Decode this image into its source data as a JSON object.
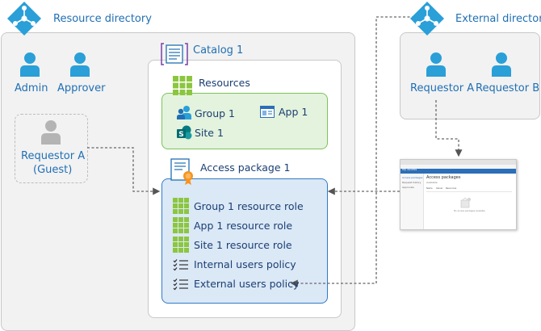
{
  "resource_directory": {
    "title": "Resource directory",
    "users": [
      {
        "label": "Admin",
        "color": "#2a9fd8"
      },
      {
        "label": "Approver",
        "color": "#2a9fd8"
      }
    ],
    "guest": {
      "label_line1": "Requestor A",
      "label_line2": "(Guest)",
      "color": "#b4b4b4"
    }
  },
  "catalog": {
    "title": "Catalog 1",
    "resources": {
      "title": "Resources",
      "items": [
        {
          "label": "Group 1",
          "icon": "group-icon"
        },
        {
          "label": "App 1",
          "icon": "app-window-icon"
        },
        {
          "label": "Site 1",
          "icon": "sharepoint-icon"
        }
      ]
    },
    "access_package": {
      "title": "Access package 1",
      "items": [
        {
          "label": "Group 1 resource role",
          "icon": "grid-icon"
        },
        {
          "label": "App 1 resource role",
          "icon": "grid-icon"
        },
        {
          "label": "Site 1 resource role",
          "icon": "grid-icon"
        },
        {
          "label": "Internal users policy",
          "icon": "checklist-icon"
        },
        {
          "label": "External users policy",
          "icon": "checklist-icon"
        }
      ]
    }
  },
  "external_directory": {
    "title": "External directory",
    "users": [
      {
        "label": "Requestor A",
        "color": "#2a9fd8"
      },
      {
        "label": "Requestor B",
        "color": "#2a9fd8"
      }
    ]
  },
  "portal": {
    "brand": "My Access",
    "nav": [
      "Access packages",
      "Request history",
      "Approvals"
    ],
    "heading": "Access packages",
    "sub": "Available",
    "tabs": [
      "Name",
      "Owner",
      "Resources"
    ],
    "empty": "No access packages available"
  },
  "colors": {
    "accent": "#1f6fb4",
    "directory_icon": "#2a9fd8",
    "resource_green": "#8cc63f",
    "badge_orange": "#f7941d"
  }
}
